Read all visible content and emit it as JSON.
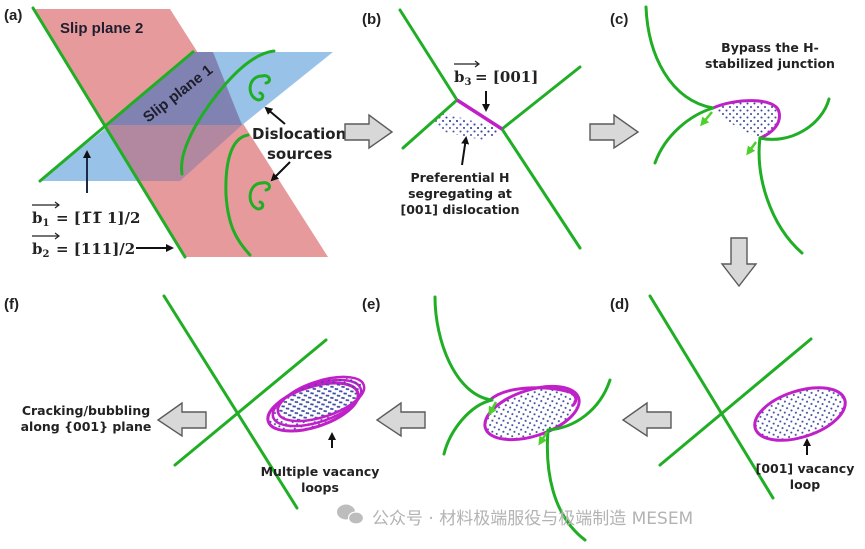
{
  "figure": {
    "panels": [
      {
        "id": "a",
        "label": "(a)"
      },
      {
        "id": "b",
        "label": "(b)"
      },
      {
        "id": "c",
        "label": "(c)"
      },
      {
        "id": "d",
        "label": "(d)"
      },
      {
        "id": "e",
        "label": "(e)"
      },
      {
        "id": "f",
        "label": "(f)"
      }
    ],
    "panel_a": {
      "slip_plane_2": "Slip plane 2",
      "slip_plane_1": "Slip plane 1",
      "dislocation_sources_line1": "Dislocation",
      "dislocation_sources_line2": "sources",
      "b1_symbol": "b",
      "b1_sub": "1",
      "b1_value": "= [1̅1̅ 1]/2",
      "b2_symbol": "b",
      "b2_sub": "2",
      "b2_value": "= [111]/2"
    },
    "panel_b": {
      "b3_symbol": "b",
      "b3_sub": "3",
      "b3_value": "= [001]",
      "note_line1": "Preferential H",
      "note_line2": "segregating at",
      "note_line3": "[001] dislocation"
    },
    "panel_c": {
      "note_line1": "Bypass the H-",
      "note_line2": "stabilized junction"
    },
    "panel_d": {
      "note_line1": "[001] vacancy",
      "note_line2": "loop"
    },
    "panel_e": {},
    "panel_f": {
      "note_line1": "Multiple vacancy",
      "note_line2": "loops",
      "result_line1": "Cracking/bubbling",
      "result_line2": "along {001} plane"
    },
    "colors": {
      "slip_plane_2": "#e79a9c",
      "slip_plane_1": "#8fbde6",
      "dislocation": "#1fae24",
      "junction": "#c020c8",
      "hydrogen_dots": "#3b4aa0",
      "flow_arrow": "#d8d8d8"
    },
    "flow": [
      "a",
      "b",
      "c",
      "d",
      "e",
      "f"
    ]
  },
  "watermark": {
    "icon": "wechat-icon",
    "text": "公众号 · 材料极端服役与极端制造 MESEM"
  }
}
